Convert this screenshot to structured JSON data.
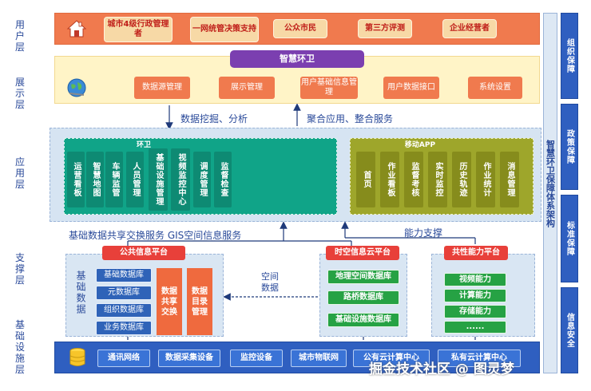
{
  "layers": {
    "user": "用户层",
    "display": "展示层",
    "application": "应用层",
    "support": "支撑层",
    "base": "基础设施层"
  },
  "user_layer": {
    "icon": "home-icon",
    "items": [
      "城市4级行政管理者",
      "一网统管决策支持",
      "公众市民",
      "第三方评测",
      "企业经营者"
    ]
  },
  "display_layer": {
    "title": "智慧环卫",
    "icon": "globe-icon",
    "items": [
      "数据源管理",
      "展示管理",
      "用户基础信息管理",
      "用户数据接口",
      "系统设置"
    ]
  },
  "flows": {
    "mining": "数据挖掘、分析",
    "aggregate": "聚合应用、整合服务",
    "basic_share": "基础数据共享交换服务  GIS空间信息服务",
    "capability": "能力支撑",
    "spatial": "空间数据"
  },
  "env_module": {
    "title": "环卫",
    "items": [
      "运营看板",
      "智慧地图",
      "车辆监管",
      "人员管理",
      "基础设施管理",
      "视频监控中心",
      "调度管理",
      "监督检查"
    ]
  },
  "mobile_module": {
    "title": "移动APP",
    "items": [
      "首页",
      "作业看板",
      "监督考核",
      "实时监控",
      "历史轨迹",
      "作业统计",
      "消息管理"
    ]
  },
  "public_platform": {
    "title": "公共信息平台",
    "side_label": "基础数据",
    "databases": [
      "基础数据库",
      "元数据库",
      "组织数据库",
      "业务数据库"
    ],
    "exchange": "数据共享交换",
    "catalog": "数据目录管理"
  },
  "spatial_platform": {
    "title": "时空信息云平台",
    "databases": [
      "地理空间数据库",
      "路桥数据库",
      "基础设施数据库"
    ]
  },
  "shared_platform": {
    "title": "共性能力平台",
    "items": [
      "视频能力",
      "计算能力",
      "存储能力",
      "......"
    ]
  },
  "base_layer": {
    "icon": "database-icon",
    "items": [
      "通讯网络",
      "数据采集设备",
      "监控设备",
      "城市物联网",
      "公有云计算中心",
      "私有云计算中心"
    ]
  },
  "system_label": "智慧环卫保障体系架构",
  "guarantees": [
    "组织保障",
    "政策保障",
    "标准保障",
    "信息安全"
  ],
  "watermark": "掘金技术社区 @ 图灵梦",
  "colors": {
    "user_bar": "#f07a4e",
    "display_bar": "#fff4c7",
    "title_purple": "#7b3fb0",
    "env_green": "#10a488",
    "mobile_olive": "#9ea62b",
    "platform_red": "#e8403a",
    "db_blue": "#2f63b8",
    "cap_green": "#26a244",
    "base_blue": "#2f5fc0"
  }
}
